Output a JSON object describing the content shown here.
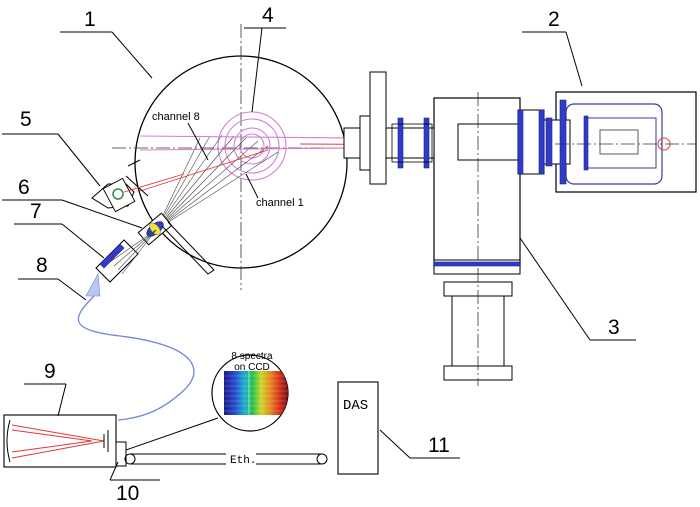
{
  "labels": {
    "n1": "1",
    "n2": "2",
    "n3": "3",
    "n4": "4",
    "n5": "5",
    "n6": "6",
    "n7": "7",
    "n8": "8",
    "n9": "9",
    "n10": "10",
    "n11": "11"
  },
  "channels": {
    "first": "channel 8",
    "last": "channel 1"
  },
  "ccd": {
    "line1": "8 spectra",
    "line2": "on CCD"
  },
  "das": "DAS",
  "ethernet": "Eth.",
  "colors": {
    "fiber": "#6f86d9",
    "sightline": "#d47fd4",
    "beam": "#e03a3a",
    "flange": "#2e3cc9"
  }
}
